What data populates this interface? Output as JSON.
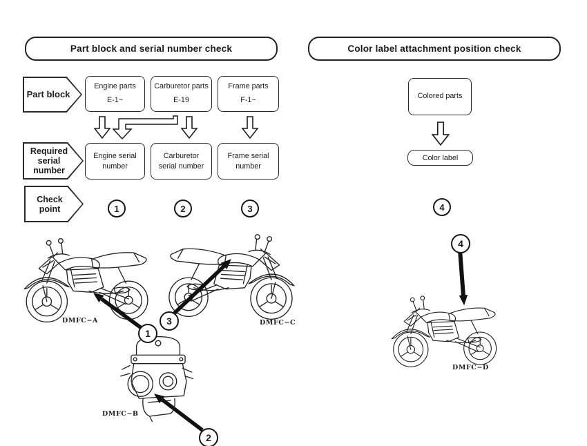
{
  "left": {
    "header": "Part block and serial number check",
    "rows": [
      {
        "label": "Part block"
      },
      {
        "label": "Required serial number"
      },
      {
        "label": "Check point"
      }
    ],
    "part_boxes": [
      {
        "name": "Engine parts",
        "code": "E-1~"
      },
      {
        "name": "Carburetor parts",
        "code": "E-19"
      },
      {
        "name": "Frame parts",
        "code": "F-1~"
      }
    ],
    "serial_boxes": [
      {
        "label": "Engine serial number"
      },
      {
        "label": "Carburetor serial number"
      },
      {
        "label": "Frame serial number"
      }
    ],
    "check_points": [
      "1",
      "2",
      "3"
    ]
  },
  "right": {
    "header": "Color label attachment position check",
    "colored_parts": "Colored parts",
    "color_label": "Color label",
    "check_point": "4"
  },
  "figures": [
    {
      "label": "DMFC−A",
      "callout": "1",
      "subject": "motorcycle-left-side"
    },
    {
      "label": "DMFC−B",
      "callout": "2",
      "subject": "carburetor"
    },
    {
      "label": "DMFC−C",
      "callout": "3",
      "subject": "motorcycle-right-side"
    },
    {
      "label": "DMFC−D",
      "callout": "4",
      "subject": "motorcycle-left-side"
    }
  ],
  "icons": {
    "flow_arrow": "hollow-down-arrow-icon",
    "bent_flow_arrow": "hollow-bent-arrow-icon",
    "callout_arrow": "thick-pointer-arrow"
  },
  "colors": {
    "ink": "#1c1c1c",
    "paper": "#ffffff"
  }
}
